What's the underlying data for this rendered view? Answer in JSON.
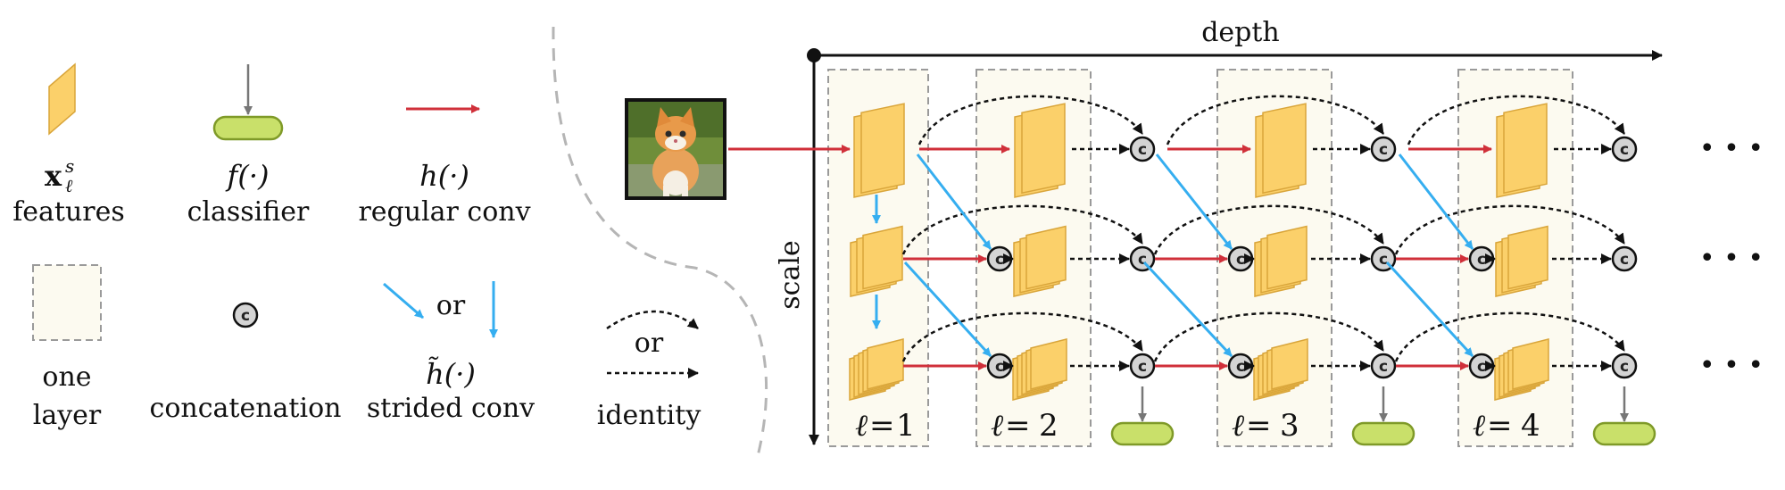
{
  "legend": {
    "features": {
      "symbol": "x",
      "superscript": "s",
      "subscript": "ℓ",
      "label": "features"
    },
    "classifier": {
      "symbol": "f(·)",
      "label": "classifier"
    },
    "regular_conv": {
      "symbol": "h(·)",
      "label": "regular conv"
    },
    "one_layer": {
      "label_line1": "one",
      "label_line2": "layer"
    },
    "concatenation": {
      "glyph": "c",
      "label": "concatenation"
    },
    "strided_conv": {
      "or": "or",
      "symbol": "h̃(·)",
      "label": "strided conv"
    },
    "identity": {
      "or": "or",
      "label": "identity"
    }
  },
  "network": {
    "depth_label": "depth",
    "scale_label": "scale",
    "concat_glyph": "c",
    "ellipsis": "• • •",
    "layers": [
      {
        "ell": "ℓ",
        "eq": "=",
        "num": "1"
      },
      {
        "ell": "ℓ",
        "eq": "=",
        "num": "2"
      },
      {
        "ell": "ℓ",
        "eq": "=",
        "num": "3"
      },
      {
        "ell": "ℓ",
        "eq": "=",
        "num": "4"
      }
    ]
  },
  "colors": {
    "feature_fill": "#fbd06a",
    "feature_stroke": "#d9a53a",
    "classifier_fill": "#c9e06a",
    "classifier_stroke": "#7f9a28",
    "regular_conv": "#d0303a",
    "strided_conv": "#35aef0",
    "layer_box_fill": "#fcfaf0",
    "layer_box_stroke": "#9a9a9a",
    "concat_fill": "#d4d4d4",
    "identity": "#111111"
  }
}
